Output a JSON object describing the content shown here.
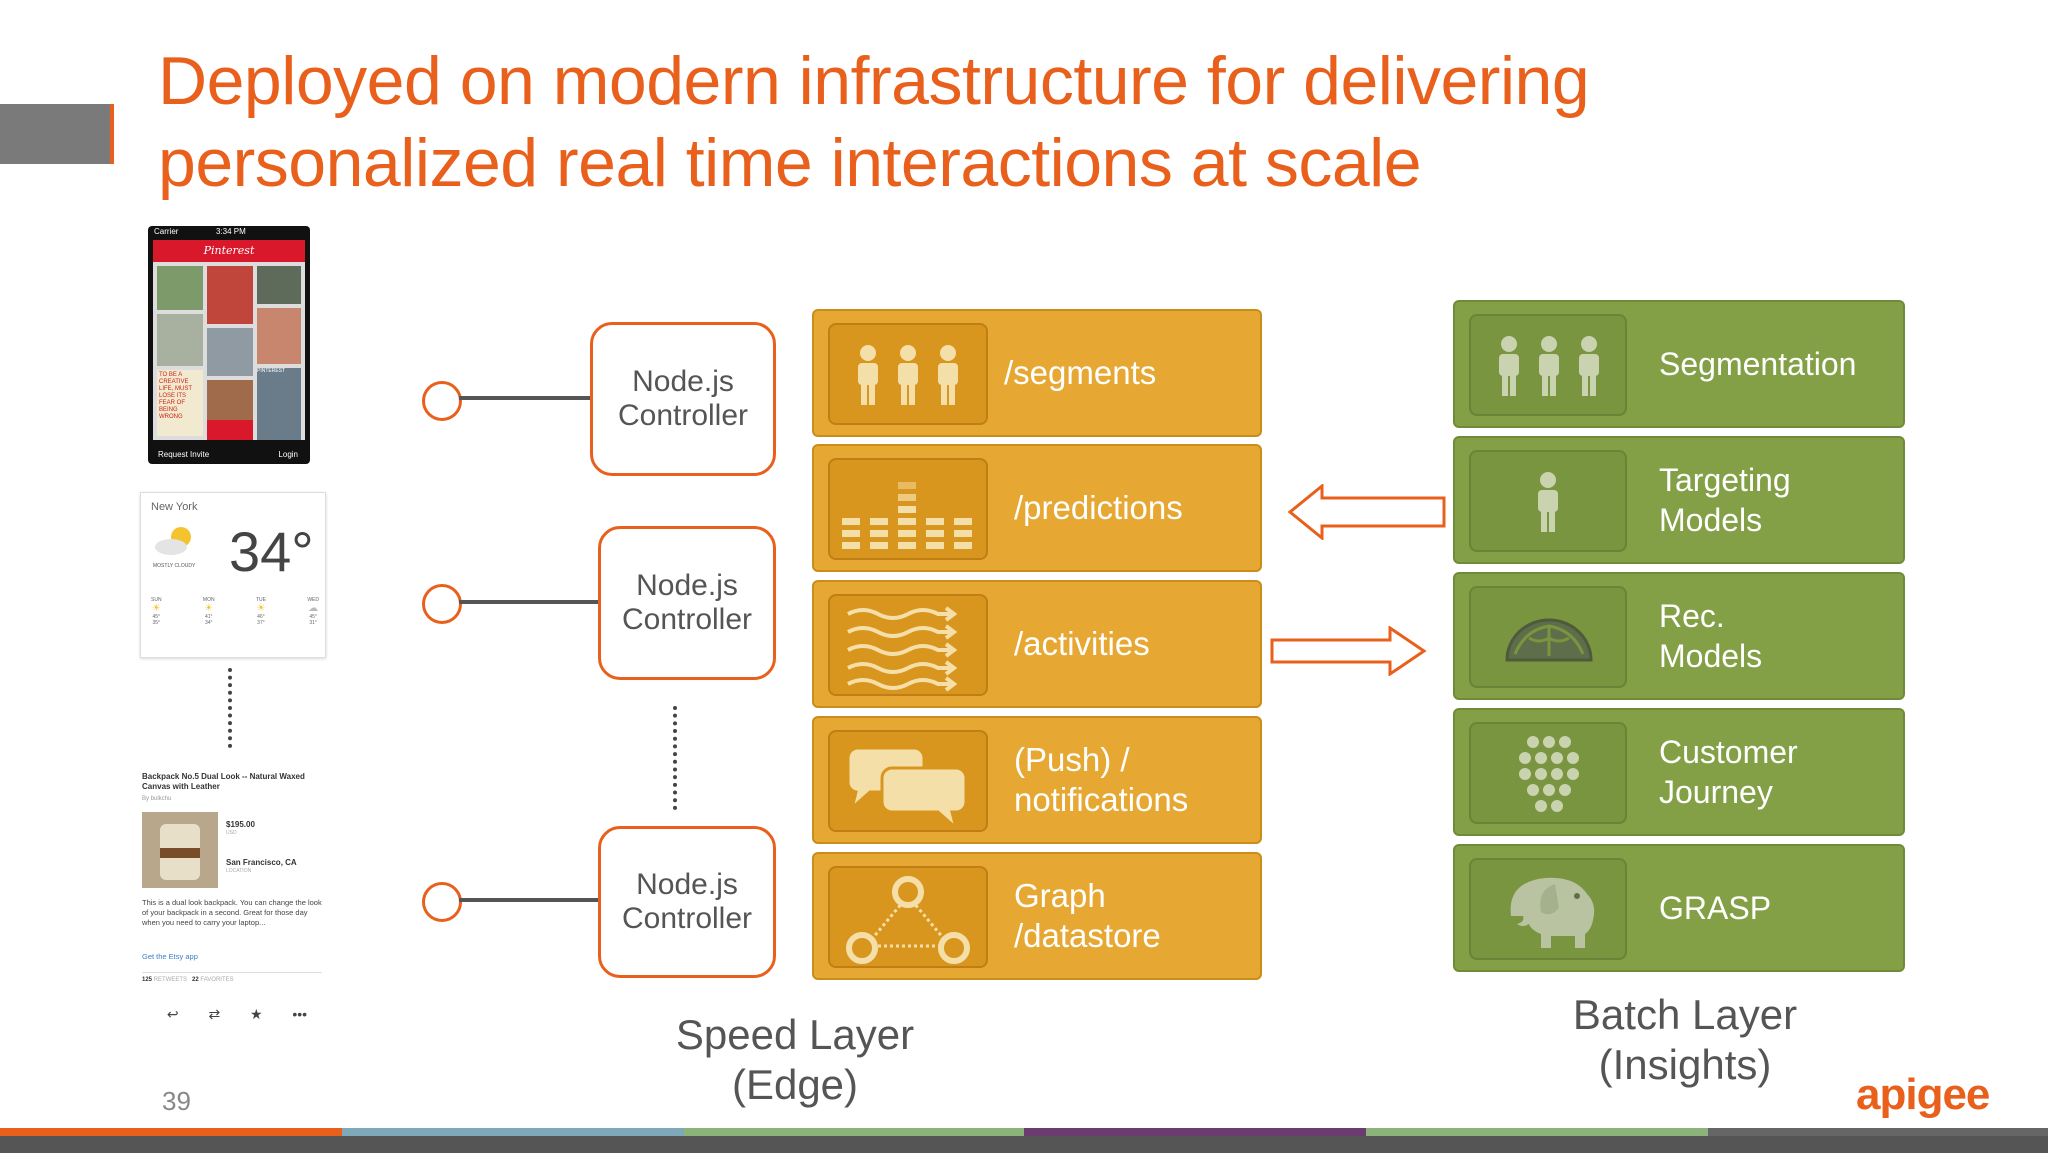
{
  "title": {
    "line1": "Deployed on modern infrastructure for delivering",
    "line2": "personalized real time interactions at scale"
  },
  "clients": {
    "phone": {
      "status_carrier": "Carrier",
      "status_time": "3:34 PM",
      "app_name": "Pinterest",
      "tile_text": "TO BE A CREATIVE LIFE, MUST LOSE ITS FEAR OF BEING WRONG",
      "tile_badge": "PINTEREST",
      "footer_left": "Request Invite",
      "footer_right": "Login"
    },
    "weather": {
      "city": "New York",
      "temp": "34°",
      "condition": "MOSTLY CLOUDY",
      "days": [
        "SUN",
        "MON",
        "TUE",
        "WED"
      ],
      "highs": [
        "45°",
        "41°",
        "46°",
        "45°"
      ],
      "lows": [
        "35°",
        "34°",
        "37°",
        "31°"
      ]
    },
    "etsy": {
      "title": "Backpack No.5 Dual Look -- Natural Waxed Canvas with Leather",
      "by": "By bulkchu",
      "price": "$195.00",
      "currency": "USD",
      "location": "San Francisco, CA",
      "location_label": "LOCATION",
      "description": "This is a dual look backpack. You can change the look of your backpack in a second. Great for those day when you need to carry your laptop...",
      "link": "Get the Etsy app",
      "retweets": "125",
      "retweets_label": "RETWEETS",
      "favorites": "22",
      "favorites_label": "FAVORITES"
    }
  },
  "controllers": [
    {
      "line1": "Node.js",
      "line2": "Controller"
    },
    {
      "line1": "Node.js",
      "line2": "Controller"
    },
    {
      "line1": "Node.js",
      "line2": "Controller"
    }
  ],
  "speed_layer": {
    "items": [
      {
        "label": "/segments",
        "icon": "people-icon"
      },
      {
        "label": "/predictions",
        "icon": "bar-equalizer-icon"
      },
      {
        "label": "/activities",
        "icon": "wavy-arrows-icon"
      },
      {
        "label": "(Push) / notifications",
        "line1": "(Push) /",
        "line2": "notifications",
        "icon": "chat-bubbles-icon"
      },
      {
        "label": "Graph /datastore",
        "line1": "Graph",
        "line2": "/datastore",
        "icon": "graph-triangle-icon"
      }
    ],
    "caption_line1": "Speed Layer",
    "caption_line2": "(Edge)"
  },
  "batch_layer": {
    "items": [
      {
        "label": "Segmentation",
        "icon": "people-icon"
      },
      {
        "label": "Targeting Models",
        "line1": "Targeting",
        "line2": "Models",
        "icon": "person-icon"
      },
      {
        "label": "Rec. Models",
        "line1": "Rec.",
        "line2": "Models",
        "icon": "brain-icon"
      },
      {
        "label": "Customer Journey",
        "line1": "Customer",
        "line2": "Journey",
        "icon": "node-network-icon"
      },
      {
        "label": "GRASP",
        "icon": "elephant-icon"
      }
    ],
    "caption_line1": "Batch Layer",
    "caption_line2": "(Insights)"
  },
  "page_number": "39",
  "logo": "apigee",
  "colors": {
    "accent": "#e8601c",
    "speed": "#e6a833",
    "batch": "#84a046",
    "footer": [
      "#e8601c",
      "#7fa9b8",
      "#8bb37a",
      "#6a3d6e",
      "#8bb37a",
      "#555555"
    ]
  }
}
